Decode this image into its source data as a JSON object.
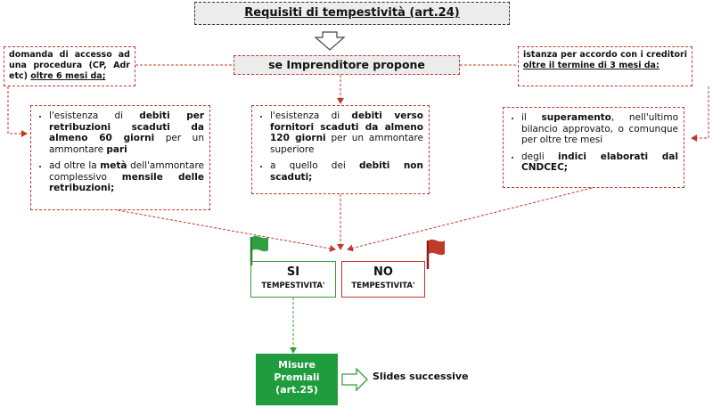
{
  "title": {
    "prefix": "Requisiti di tempestività (art.24)"
  },
  "propone": "se Imprenditore propone",
  "left_box": {
    "text": "domanda di accesso ad una procedura (CP, Adr etc) ",
    "underlined": "oltre 6 mesi da;"
  },
  "right_box": {
    "text": "istanza per accordo con i creditori ",
    "underlined": "oltre il termine di 3 mesi da:"
  },
  "criteria_left": {
    "item1_a": "l'esistenza di ",
    "item1_b": "debiti per retribuzioni scaduti da almeno 60 giorni",
    "item1_c": " per un ammontare ",
    "item1_d": "pari",
    "item2_a": "ad oltre la ",
    "item2_b": "metà",
    "item2_c": " dell'ammontare complessivo ",
    "item2_d": "mensile delle retribuzioni;"
  },
  "criteria_center": {
    "item1_a": "l'esistenza di ",
    "item1_b": "debiti verso fornitori scaduti da almeno 120 giorni",
    "item1_c": " per un ammontare superiore",
    "item2_a": "a quello dei ",
    "item2_b": "debiti non scaduti;"
  },
  "criteria_right": {
    "item1_a": "il ",
    "item1_b": "superamento",
    "item1_c": ", nell'ultimo bilancio approvato, o comunque per oltre tre mesi",
    "item2_a": "degli ",
    "item2_b": "indici elaborati dal CNDCEC;"
  },
  "si": {
    "big": "SI",
    "small": "TEMPESTIVITA'"
  },
  "no": {
    "big": "NO",
    "small": "TEMPESTIVITA'"
  },
  "misure": {
    "line1": "Misure",
    "line2": "Premiali",
    "line3": "(art.25)"
  },
  "slides": "Slides successive",
  "colors": {
    "accent_red": "#c0392b",
    "accent_green": "#1f9d3e",
    "flag_green": "#2e9e3e",
    "flag_red": "#c0392b",
    "box_gray": "#ececec"
  }
}
